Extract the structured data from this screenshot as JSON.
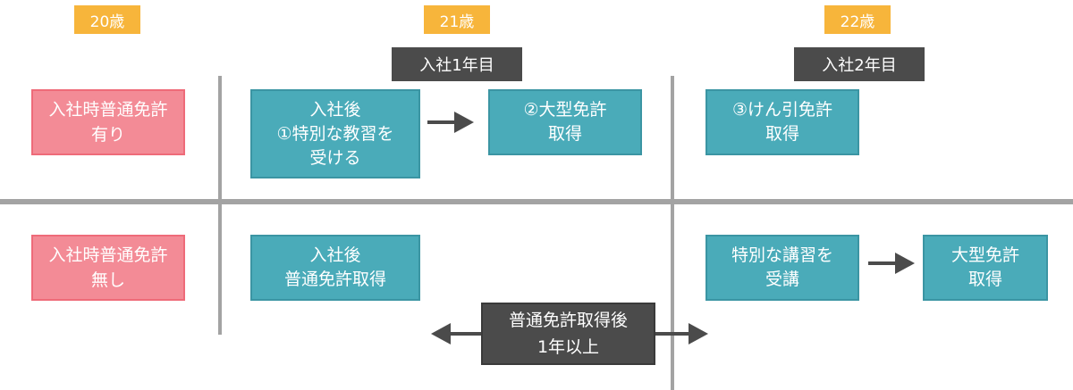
{
  "ages": [
    "20歳",
    "21歳",
    "22歳"
  ],
  "years": [
    "入社1年目",
    "入社2年目"
  ],
  "row_with_license": {
    "label": [
      "入社時普通免許",
      "有り"
    ],
    "step1": [
      "入社後",
      "①特別な教習を",
      "受ける"
    ],
    "step2": [
      "②大型免許",
      "取得"
    ],
    "step3": [
      "③けん引免許",
      "取得"
    ]
  },
  "row_without_license": {
    "label": [
      "入社時普通免許",
      "無し"
    ],
    "step1": [
      "入社後",
      "普通免許取得"
    ],
    "span": [
      "普通免許取得後",
      "1年以上"
    ],
    "step2": [
      "特別な講習を",
      "受講"
    ],
    "step3": [
      "大型免許",
      "取得"
    ]
  },
  "colors": {
    "age_badge": "#f7b53b",
    "year_badge": "#4b4b4b",
    "pink_box": "#f38b96",
    "teal_box": "#4aabb9",
    "divider": "#a3a3a3"
  }
}
